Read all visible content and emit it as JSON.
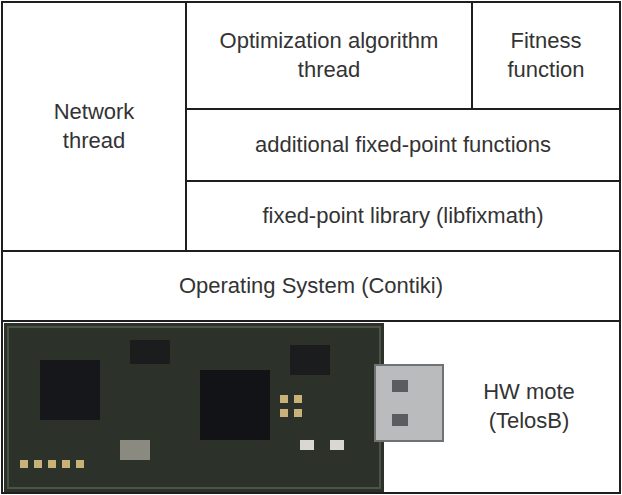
{
  "diagram": {
    "nodes": [
      {
        "text": [
          "Network thread"
        ]
      },
      {
        "text": [
          "Optimization algorithm thread"
        ]
      },
      {
        "text": [
          "Fitness function"
        ]
      },
      {
        "text": [
          "additional fixed-point functions"
        ]
      },
      {
        "text": [
          "fixed-point library (libfixmath)"
        ]
      },
      {
        "text": [
          "Operating System (Contiki)"
        ]
      },
      {
        "text": [
          "HW mote (TelosB)"
        ]
      }
    ]
  }
}
